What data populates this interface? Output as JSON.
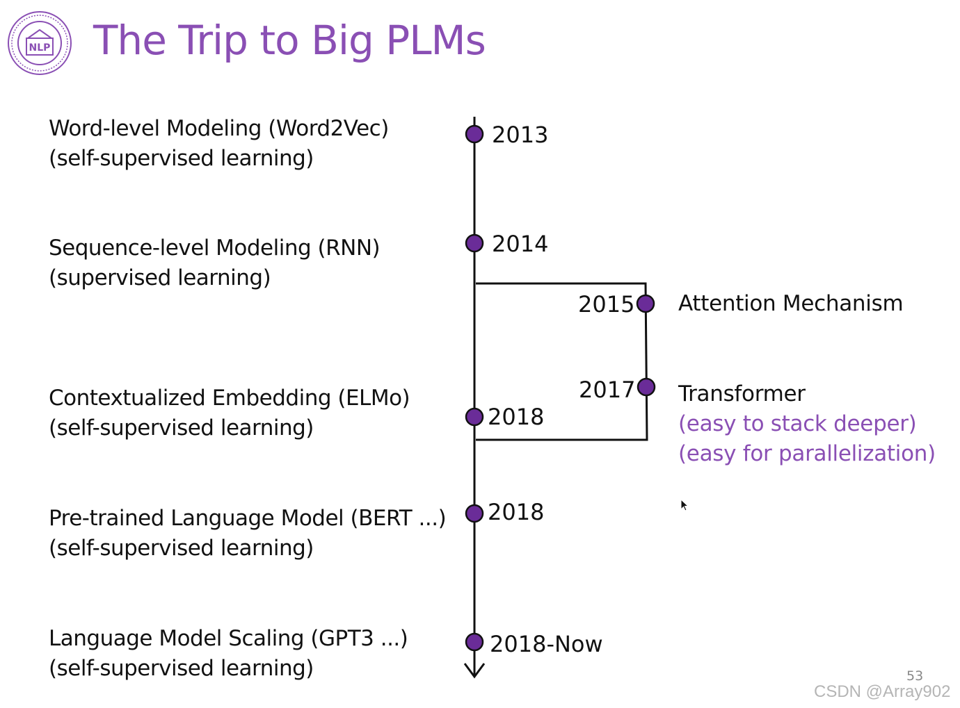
{
  "title": "The Trip to Big PLMs",
  "logo": {
    "text": "NLP"
  },
  "stages": [
    {
      "line1": "Word-level Modeling (Word2Vec)",
      "line2": "(self-supervised learning)"
    },
    {
      "line1": "Sequence-level Modeling (RNN)",
      "line2": "(supervised learning)"
    },
    {
      "line1": "Contextualized Embedding (ELMo)",
      "line2": "(self-supervised learning)"
    },
    {
      "line1": "Pre-trained Language Model (BERT ...)",
      "line2": "(self-supervised learning)"
    },
    {
      "line1": "Language Model Scaling (GPT3 ...)",
      "line2": "(self-supervised learning)"
    }
  ],
  "main_years": [
    "2013",
    "2014",
    "2018",
    "2018",
    "2018-Now"
  ],
  "branch": {
    "years": [
      "2015",
      "2017"
    ],
    "attention": "Attention Mechanism",
    "transformer": {
      "name": "Transformer",
      "benefit1": "(easy to stack deeper)",
      "benefit2": "(easy for parallelization)"
    }
  },
  "colors": {
    "accent": "#8a4fb4",
    "dot": "#6a2c98",
    "text": "#111111"
  },
  "page_number": "53",
  "watermark": "CSDN @Array902"
}
